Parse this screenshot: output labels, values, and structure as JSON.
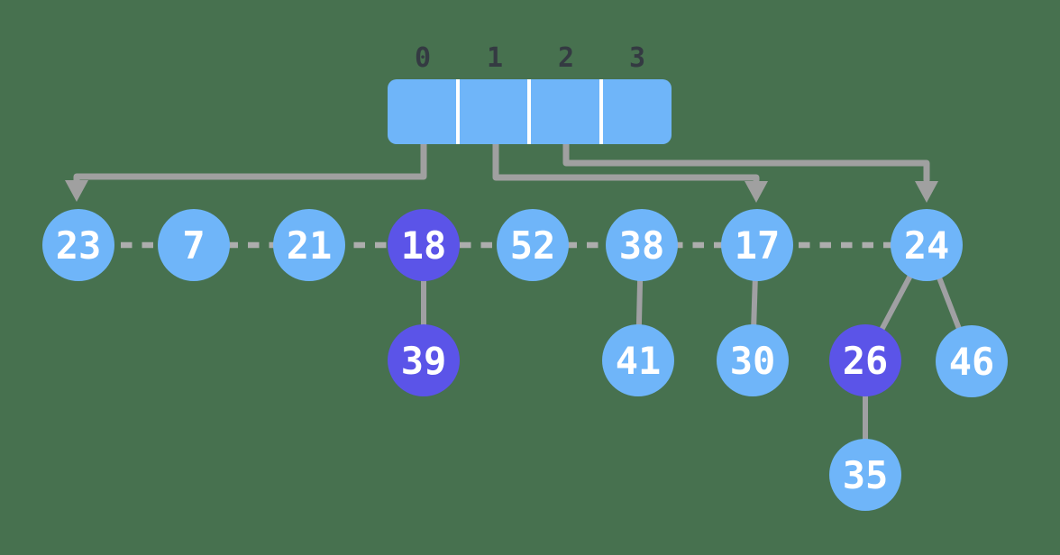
{
  "diagram": {
    "bucket_indices": [
      "0",
      "1",
      "2",
      "3"
    ],
    "nodes": [
      {
        "value": "23",
        "variant": "blue"
      },
      {
        "value": "7",
        "variant": "blue"
      },
      {
        "value": "21",
        "variant": "blue"
      },
      {
        "value": "18",
        "variant": "purple"
      },
      {
        "value": "52",
        "variant": "blue"
      },
      {
        "value": "38",
        "variant": "blue"
      },
      {
        "value": "17",
        "variant": "blue"
      },
      {
        "value": "24",
        "variant": "blue"
      },
      {
        "value": "39",
        "variant": "purple"
      },
      {
        "value": "41",
        "variant": "blue"
      },
      {
        "value": "30",
        "variant": "blue"
      },
      {
        "value": "26",
        "variant": "purple"
      },
      {
        "value": "46",
        "variant": "blue"
      },
      {
        "value": "35",
        "variant": "blue"
      }
    ],
    "bucket_arrows": [
      {
        "from_index": "0",
        "to_node": "23"
      },
      {
        "from_index": "1",
        "to_node": "17"
      },
      {
        "from_index": "2",
        "to_node": "24"
      }
    ],
    "dashed_links": [
      [
        "23",
        "7"
      ],
      [
        "7",
        "21"
      ],
      [
        "21",
        "18"
      ],
      [
        "18",
        "52"
      ],
      [
        "52",
        "38"
      ],
      [
        "38",
        "17"
      ],
      [
        "17",
        "24"
      ]
    ],
    "child_links": [
      [
        "18",
        "39"
      ],
      [
        "38",
        "41"
      ],
      [
        "17",
        "30"
      ],
      [
        "24",
        "26"
      ],
      [
        "24",
        "46"
      ],
      [
        "26",
        "35"
      ]
    ],
    "colors": {
      "background_green": "#47714F",
      "node_blue": "#6FB5F9",
      "node_purple": "#5B54E8",
      "array_fill": "#6FB5F9",
      "connector_gray": "#A0A0A3",
      "dash_gray": "#ADADAD",
      "index_label": "#343A42",
      "node_text": "#FFFFFF"
    }
  }
}
